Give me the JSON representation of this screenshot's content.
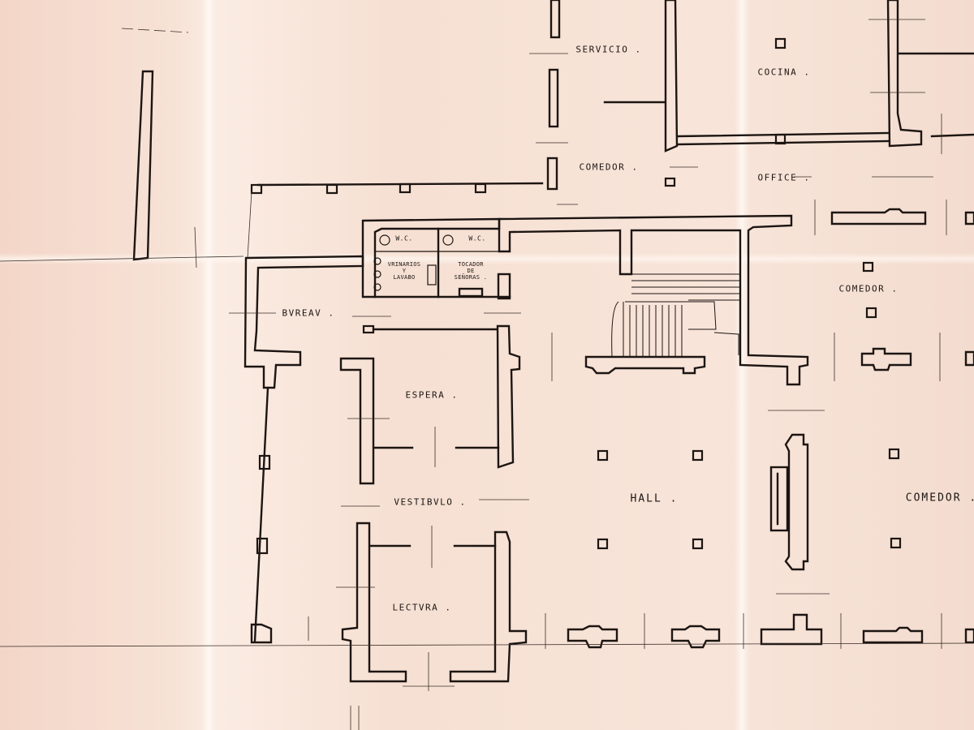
{
  "rooms": {
    "servicio": "SERVICIO .",
    "cocina": "COCINA .",
    "comedor_top": "COMEDOR .",
    "office": "OFFICE .",
    "wc_left": "W.C.",
    "wc_right": "W.C.",
    "urinarios_1": "VRINARIOS",
    "urinarios_2": "Y",
    "urinarios_3": "LAVABO",
    "tocador_1": "TOCADOR",
    "tocador_2": "DE",
    "tocador_3": "SEÑORAS .",
    "bureau": "BVREAV .",
    "comedor_right": "COMEDOR .",
    "espera": "ESPERA .",
    "vestibulo": "VESTIBVLO .",
    "hall": "HALL .",
    "comedor_bottom": "COMEDOR .",
    "lectura": "LECTVRA ."
  },
  "colors": {
    "ink": "#1c1512",
    "paper": "#f5ddd0"
  }
}
